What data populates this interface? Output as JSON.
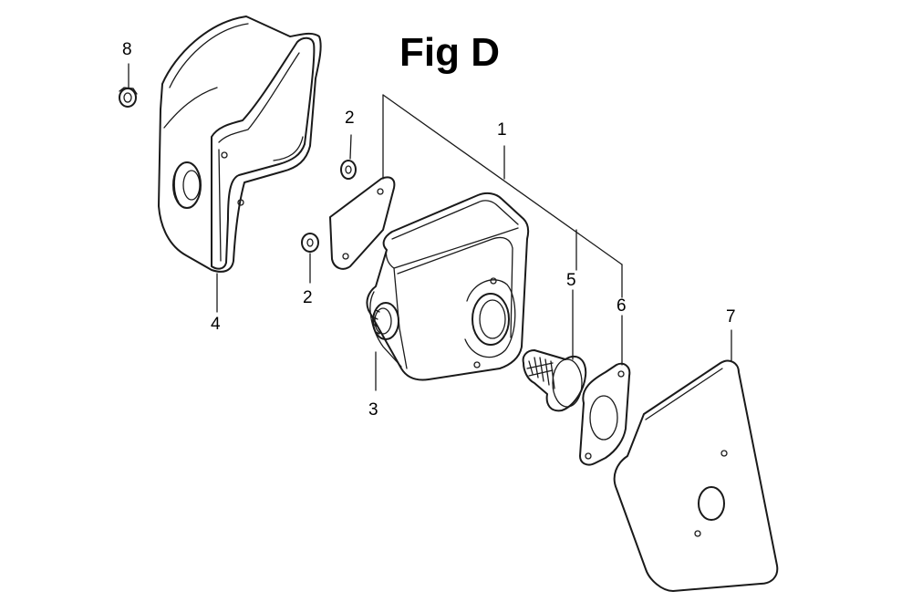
{
  "figure": {
    "title": "Fig D"
  },
  "callouts": [
    {
      "id": "c8",
      "text": "8"
    },
    {
      "id": "c2a",
      "text": "2"
    },
    {
      "id": "c1",
      "text": "1"
    },
    {
      "id": "c2b",
      "text": "2"
    },
    {
      "id": "c4",
      "text": "4"
    },
    {
      "id": "c5",
      "text": "5"
    },
    {
      "id": "c6",
      "text": "6"
    },
    {
      "id": "c7",
      "text": "7"
    },
    {
      "id": "c3",
      "text": "3"
    }
  ]
}
